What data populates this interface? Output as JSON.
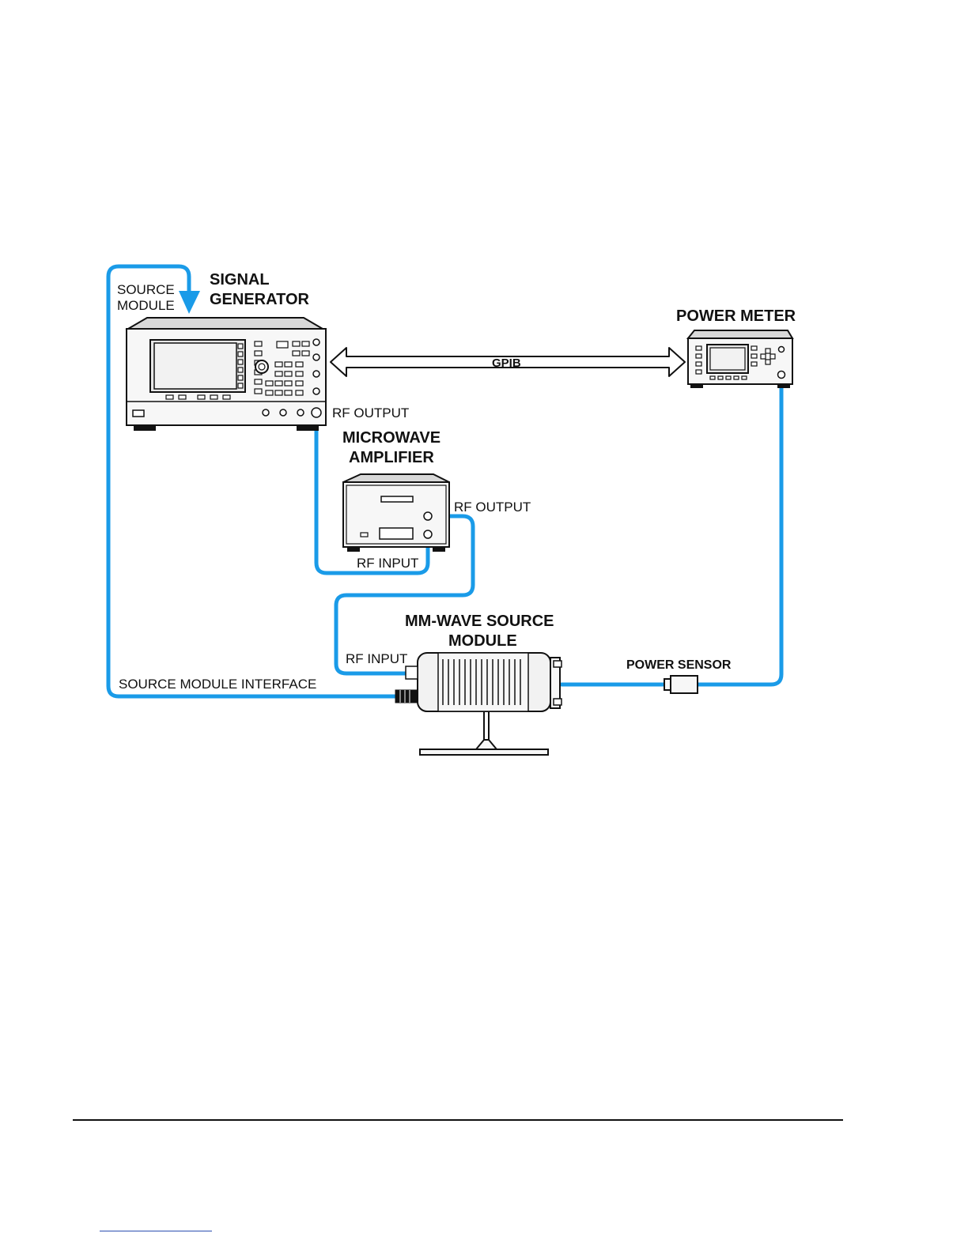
{
  "labels": {
    "signal_generator": [
      "SIGNAL",
      "GENERATOR"
    ],
    "source_module_port": [
      "SOURCE",
      "MODULE"
    ],
    "power_meter": "POWER METER",
    "gpib": "GPIB",
    "sg_rf_output": "RF OUTPUT",
    "microwave_amplifier": [
      "MICROWAVE",
      "AMPLIFIER"
    ],
    "amp_rf_output": "RF OUTPUT",
    "amp_rf_input": "RF INPUT",
    "mmwave_module": [
      "MM-WAVE SOURCE",
      "MODULE"
    ],
    "module_rf_input": "RF INPUT",
    "source_module_interface": "SOURCE MODULE INTERFACE",
    "power_sensor": "POWER SENSOR"
  },
  "colors": {
    "cable": "#1a9be8",
    "outline": "#111111",
    "body": "#f7f7f7",
    "shade": "#cfcfcf"
  }
}
